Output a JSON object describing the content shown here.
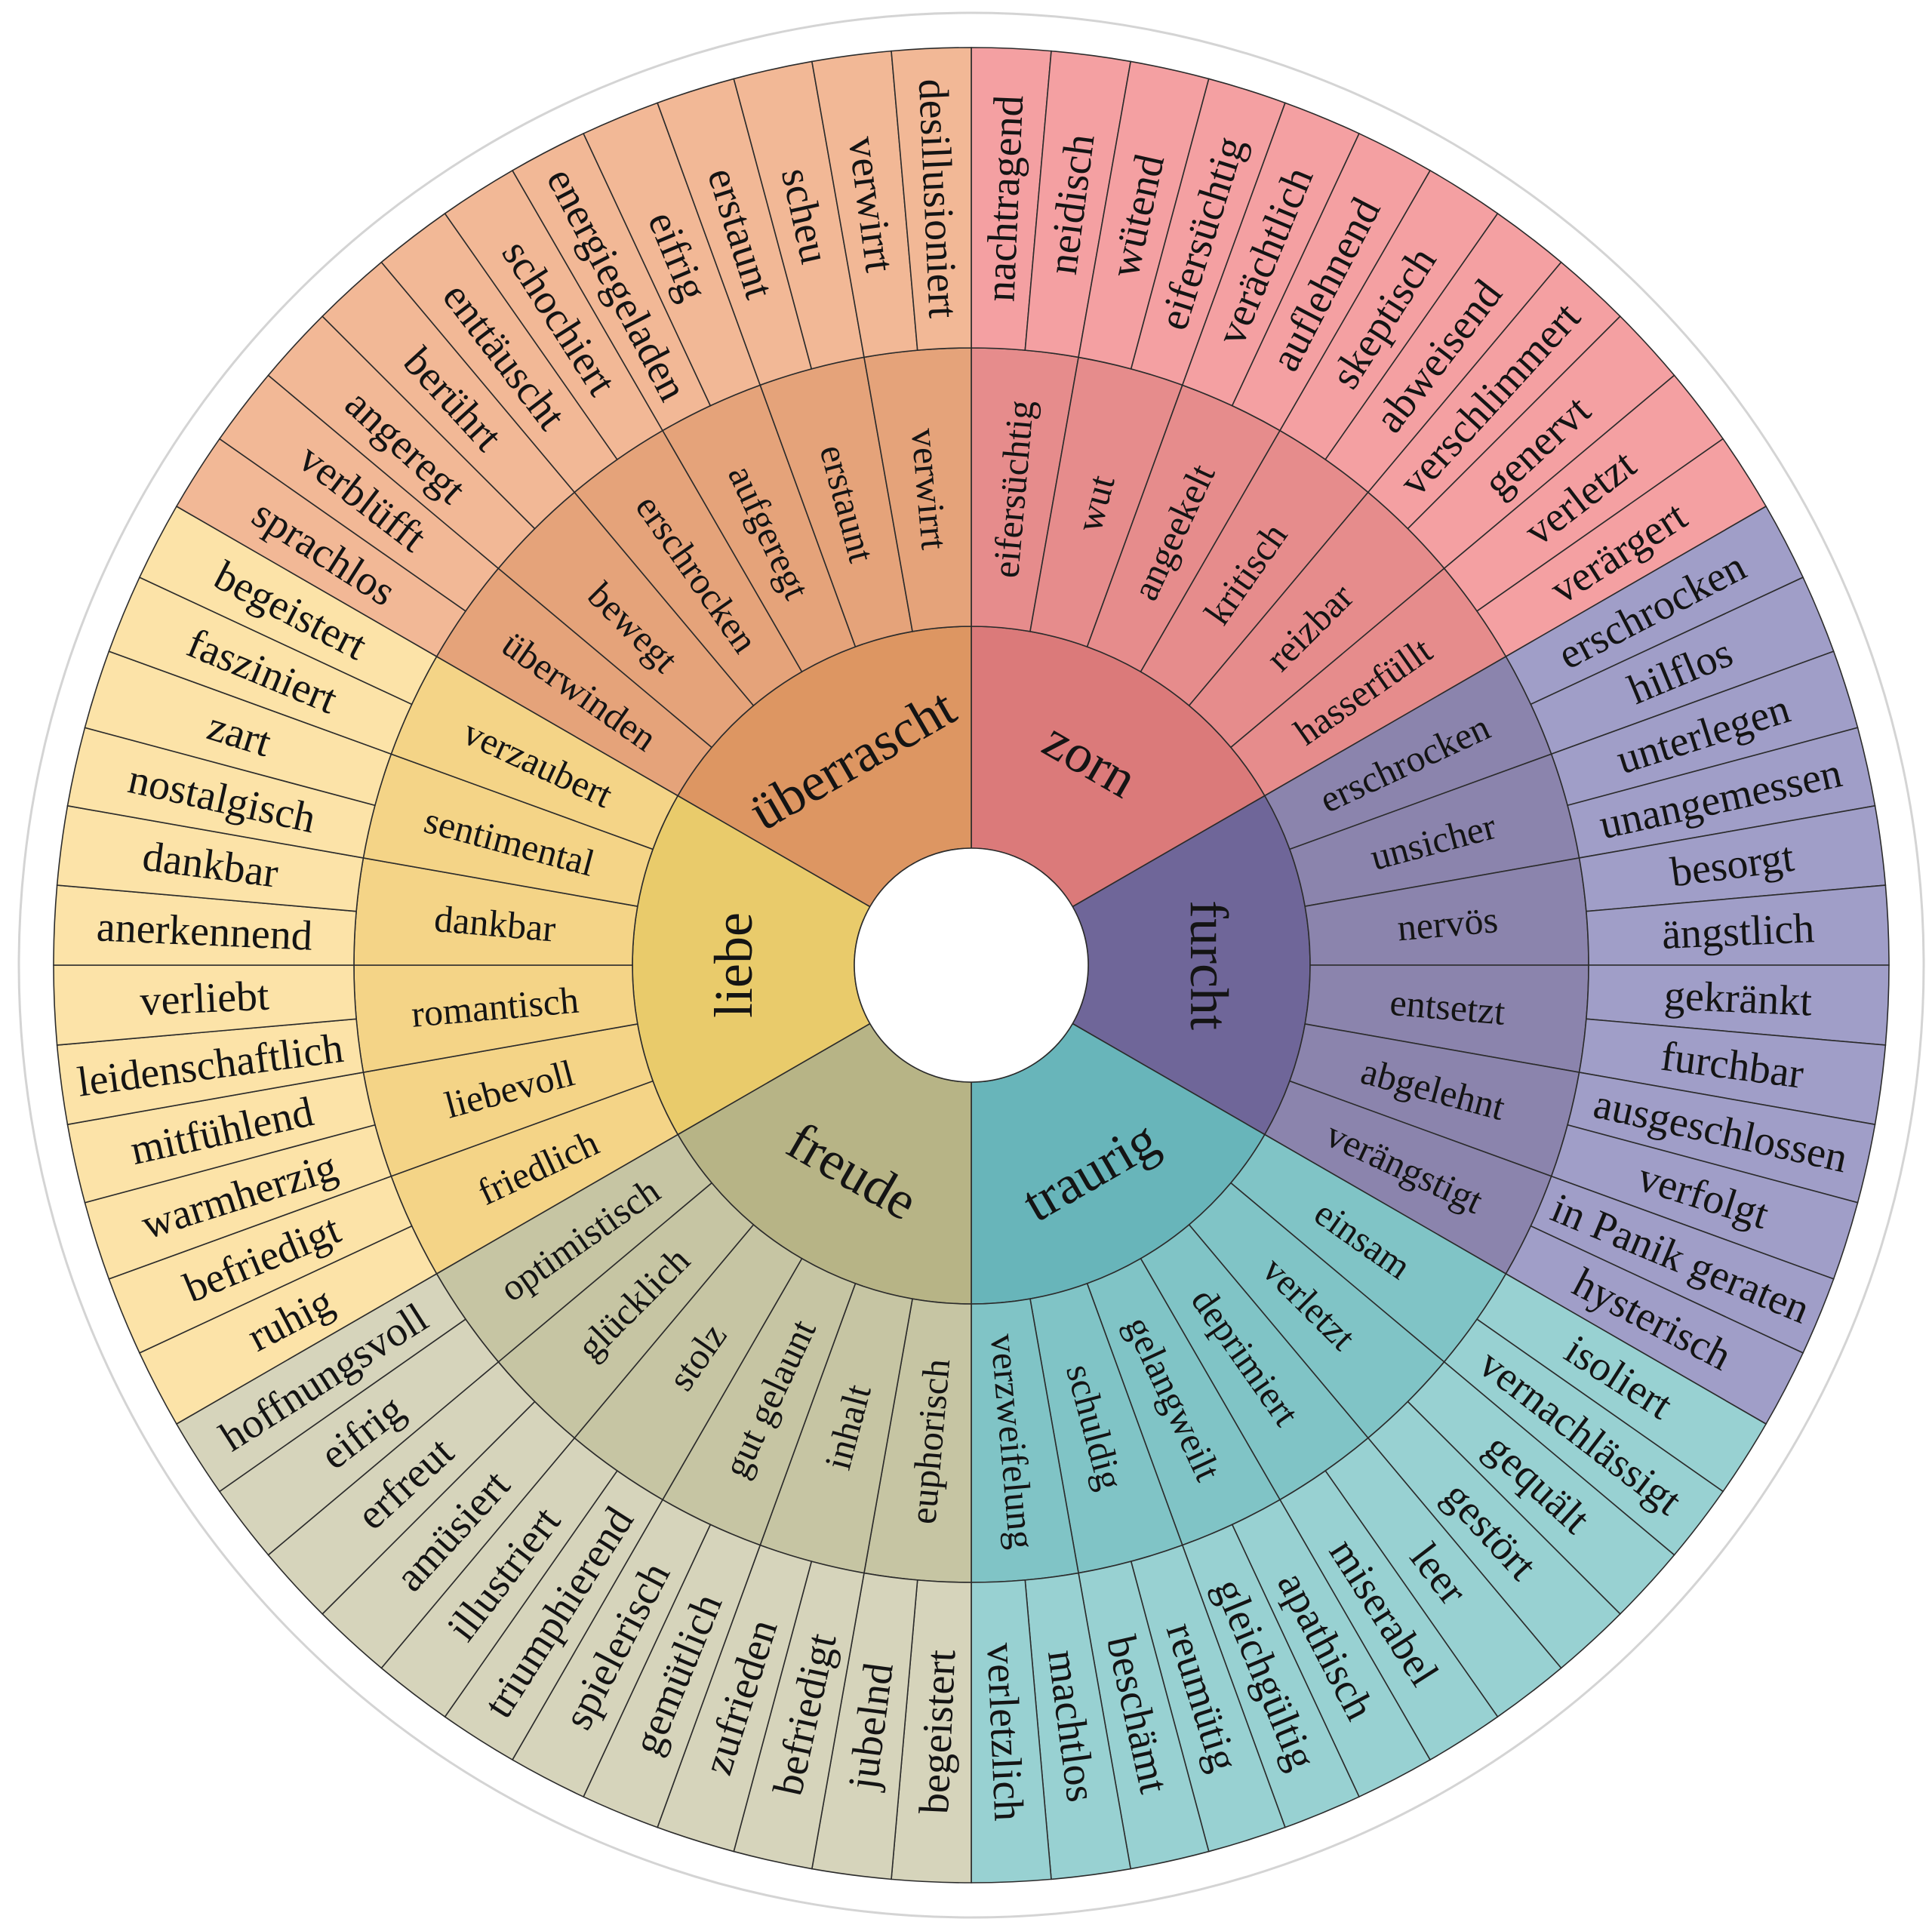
{
  "wheel": {
    "categories": [
      {
        "name": "zorn",
        "colors": {
          "core": "#DB7A7A",
          "middle": "#E68C8C",
          "outer": "#F4A0A2"
        },
        "middle": [
          "eifersüchtig",
          "wut",
          "angeekelt",
          "kritisch",
          "reizbar",
          "hasserfüllt"
        ],
        "outer": [
          "nachtragend",
          "neidisch",
          "wütend",
          "eifersüchtig",
          "verächtlich",
          "auflehnend",
          "skeptisch",
          "abweisend",
          "verschlimmert",
          "genervt",
          "verletzt",
          "verärgert"
        ]
      },
      {
        "name": "furcht",
        "colors": {
          "core": "#6F6699",
          "middle": "#8B84AD",
          "outer": "#A09EC8"
        },
        "middle": [
          "erschrocken",
          "unsicher",
          "nervös",
          "entsetzt",
          "abgelehnt",
          "verängstigt"
        ],
        "outer": [
          "erschrocken",
          "hilflos",
          "unterlegen",
          "unangemessen",
          "besorgt",
          "ängstlich",
          "gekränkt",
          "furchbar",
          "ausgeschlossen",
          "verfolgt",
          "in Panik geraten",
          "hysterisch"
        ]
      },
      {
        "name": "traurig",
        "colors": {
          "core": "#68B5BA",
          "middle": "#80C4C6",
          "outer": "#98D1D2"
        },
        "middle": [
          "einsam",
          "verletzt",
          "deprimiert",
          "gelangweilt",
          "schuldig",
          "verzweifelung"
        ],
        "outer": [
          "isoliert",
          "vernachlässigt",
          "gequält",
          "gestört",
          "leer",
          "miserabel",
          "apathisch",
          "gleichgültig",
          "reumütig",
          "beschämt",
          "machtlos",
          "verletzlich"
        ]
      },
      {
        "name": "freude",
        "colors": {
          "core": "#B7B486",
          "middle": "#C6C5A3",
          "outer": "#D6D4BB"
        },
        "middle": [
          "euphorisch",
          "inhalt",
          "gut gelaunt",
          "stolz",
          "glücklich",
          "optimistisch"
        ],
        "outer": [
          "begeistert",
          "jubelnd",
          "befriedigt",
          "zufrieden",
          "gemütlich",
          "spielerisch",
          "triumphierend",
          "illustriert",
          "amüsiert",
          "erfreut",
          "eifrig",
          "hoffnungsvoll"
        ]
      },
      {
        "name": "liebe",
        "colors": {
          "core": "#E9CB6B",
          "middle": "#F4D487",
          "outer": "#FCE3A8"
        },
        "middle": [
          "friedlich",
          "liebevoll",
          "romantisch",
          "dankbar",
          "sentimental",
          "verzaubert"
        ],
        "outer": [
          "ruhig",
          "befriedigt",
          "warmherzig",
          "mitfühlend",
          "leidenschaftlich",
          "verliebt",
          "anerkennend",
          "dankbar",
          "nostalgisch",
          "zart",
          "fasziniert",
          "begeistert"
        ]
      },
      {
        "name": "überrascht",
        "colors": {
          "core": "#DD9662",
          "middle": "#E5A37A",
          "outer": "#F2B896"
        },
        "middle": [
          "überwinden",
          "bewegt",
          "erschrocken",
          "aufgeregt",
          "erstaunt",
          "verwirrt"
        ],
        "outer": [
          "sprachlos",
          "verblüfft",
          "angeregt",
          "berührt",
          "enttäuscht",
          "schochiert",
          "energiegeladen",
          "eifrig",
          "erstaunt",
          "scheu",
          "verwirrt",
          "desillusioniert"
        ]
      }
    ]
  }
}
